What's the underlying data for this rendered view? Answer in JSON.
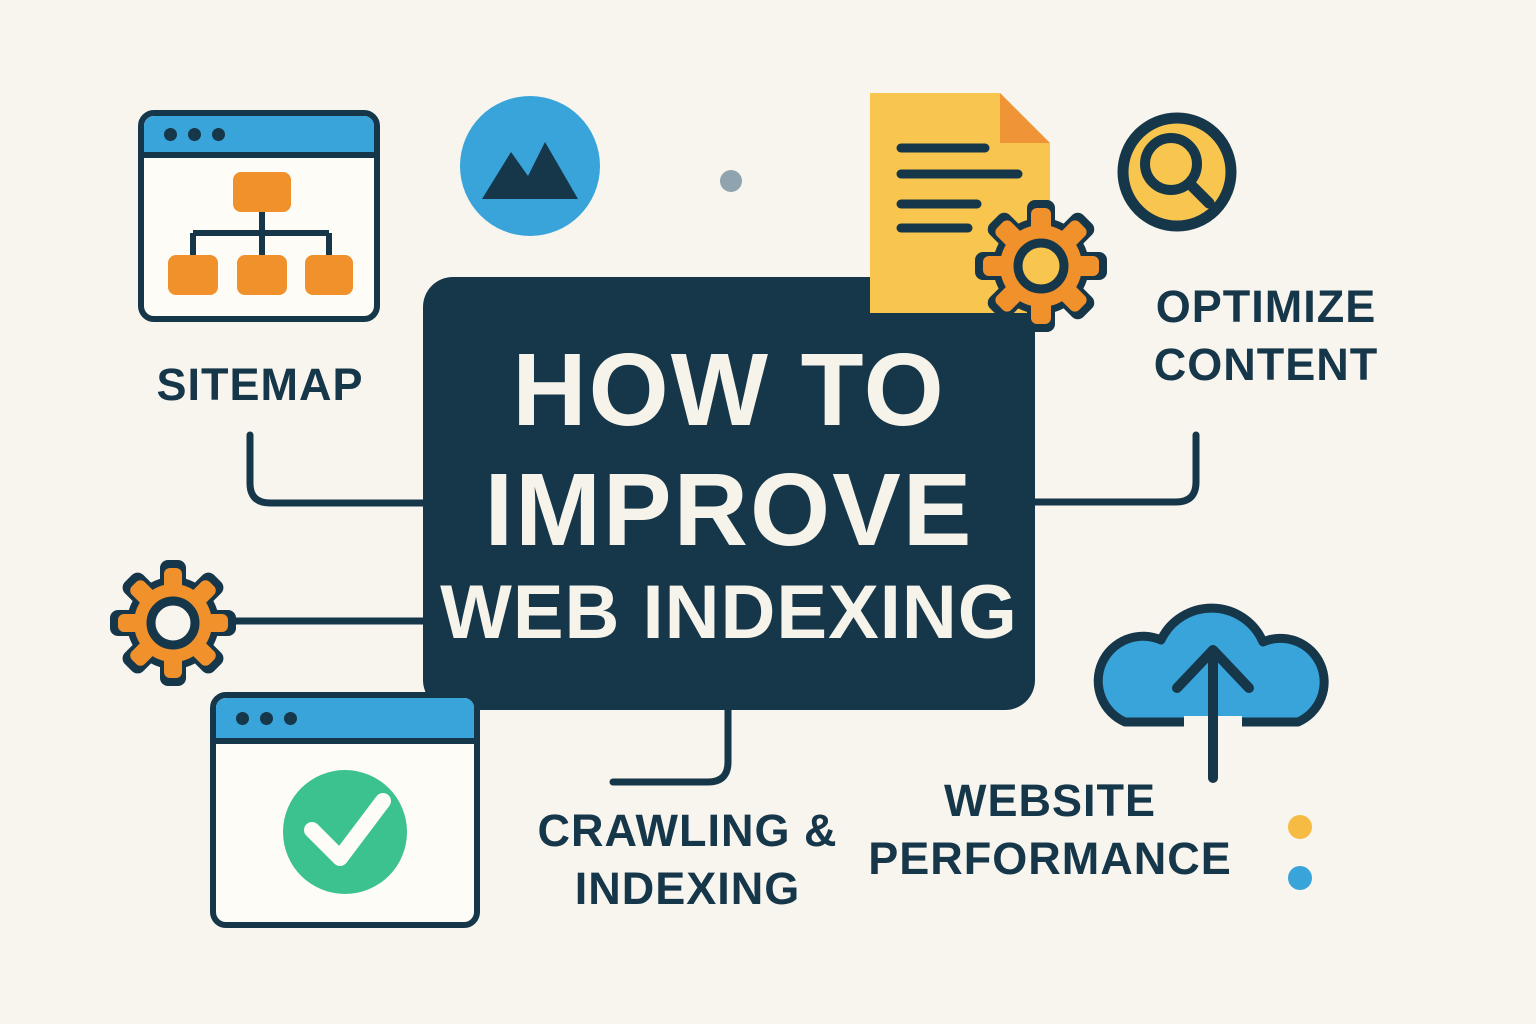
{
  "title": {
    "line1": "HOW TO",
    "line2": "IMPROVE",
    "line3": "WEB INDEXING"
  },
  "labels": {
    "sitemap": "SITEMAP",
    "optimize_line1": "OPTIMIZE",
    "optimize_line2": "CONTENT",
    "crawling_line1": "CRAWLING &",
    "crawling_line2": "INDEXING",
    "performance_line1": "WEBSITE",
    "performance_line2": "PERFORMANCE"
  },
  "colors": {
    "background": "#f7f5ed",
    "navy": "#16364a",
    "blue": "#38a4da",
    "orange": "#f0912c",
    "yellow": "#f8c54f",
    "fold_orange": "#ef9537",
    "green": "#3cc28f",
    "gray_dot": "#8fa4ae",
    "title_text": "#f6f4ea"
  },
  "icons": {
    "sitemap_window": "browser window with org-chart sitemap",
    "image_circle": "blue circle with mountain photo glyph",
    "document_gear": "yellow document with orange gear",
    "magnifier": "magnifying glass in yellow circle",
    "gear": "orange cog wheel",
    "check_window": "browser window with green checkmark",
    "cloud_upload": "blue cloud with upward arrow"
  }
}
